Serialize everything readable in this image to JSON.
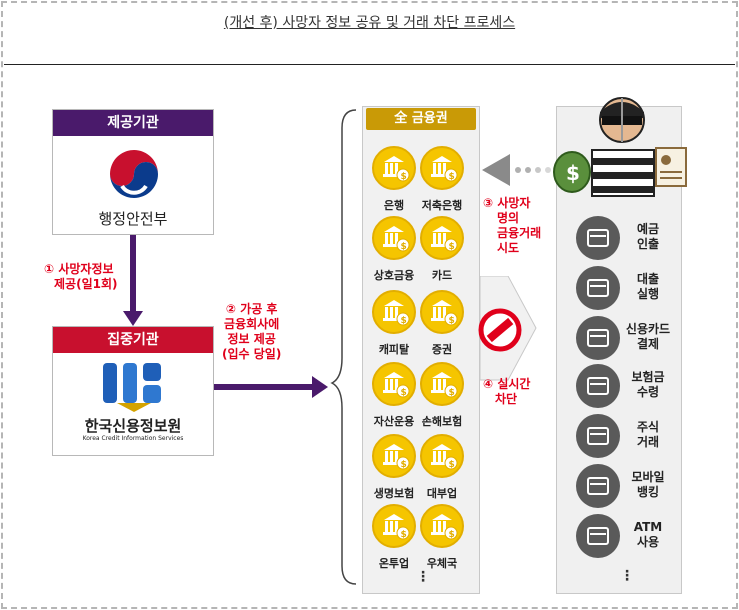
{
  "title": "(개선 후) 사망자 정보 공유 및 거래 차단 프로세스",
  "provider": {
    "header": "제공기관",
    "name": "행정안전부"
  },
  "concentrator": {
    "header": "집중기관",
    "name": "한국신용정보원",
    "name_en": "Korea Credit Information Services"
  },
  "step1": {
    "line1": "① 사망자정보",
    "line2": "제공(일1회)"
  },
  "step2": {
    "line1": "② 가공 후",
    "line2": "금융회사에",
    "line3": "정보 제공",
    "line4": "(입수 당일)"
  },
  "step3": {
    "line1": "③ 사망자",
    "line2": "명의",
    "line3": "금융거래",
    "line4": "시도"
  },
  "step4": {
    "line1": "④ 실시간",
    "line2": "차단"
  },
  "finance": {
    "header": "全 금융권",
    "items": [
      "은행",
      "저축은행",
      "상호금융",
      "카드",
      "캐피탈",
      "증권",
      "자산운용",
      "손해보험",
      "생명보험",
      "대부업",
      "온투업",
      "우체국"
    ],
    "more": "⋮"
  },
  "activities": {
    "items": [
      {
        "line1": "예금",
        "line2": "인출",
        "icon": "cash-withdraw-icon"
      },
      {
        "line1": "대출",
        "line2": "실행",
        "icon": "bank-loan-icon"
      },
      {
        "line1": "신용카드",
        "line2": "결제",
        "icon": "credit-card-icon"
      },
      {
        "line1": "보험금",
        "line2": "수령",
        "icon": "insurance-icon"
      },
      {
        "line1": "주식",
        "line2": "거래",
        "icon": "stock-chart-icon"
      },
      {
        "line1": "모바일",
        "line2": "뱅킹",
        "icon": "mobile-banking-icon"
      },
      {
        "line1": "ATM",
        "line2": "사용",
        "icon": "atm-icon"
      }
    ],
    "more": "⋮"
  },
  "colors": {
    "provider": "#4a1a6b",
    "concentrator": "#c8102e",
    "arrow": "#4a1a6b",
    "gold": "#f5c500",
    "red": "#e0001b"
  }
}
